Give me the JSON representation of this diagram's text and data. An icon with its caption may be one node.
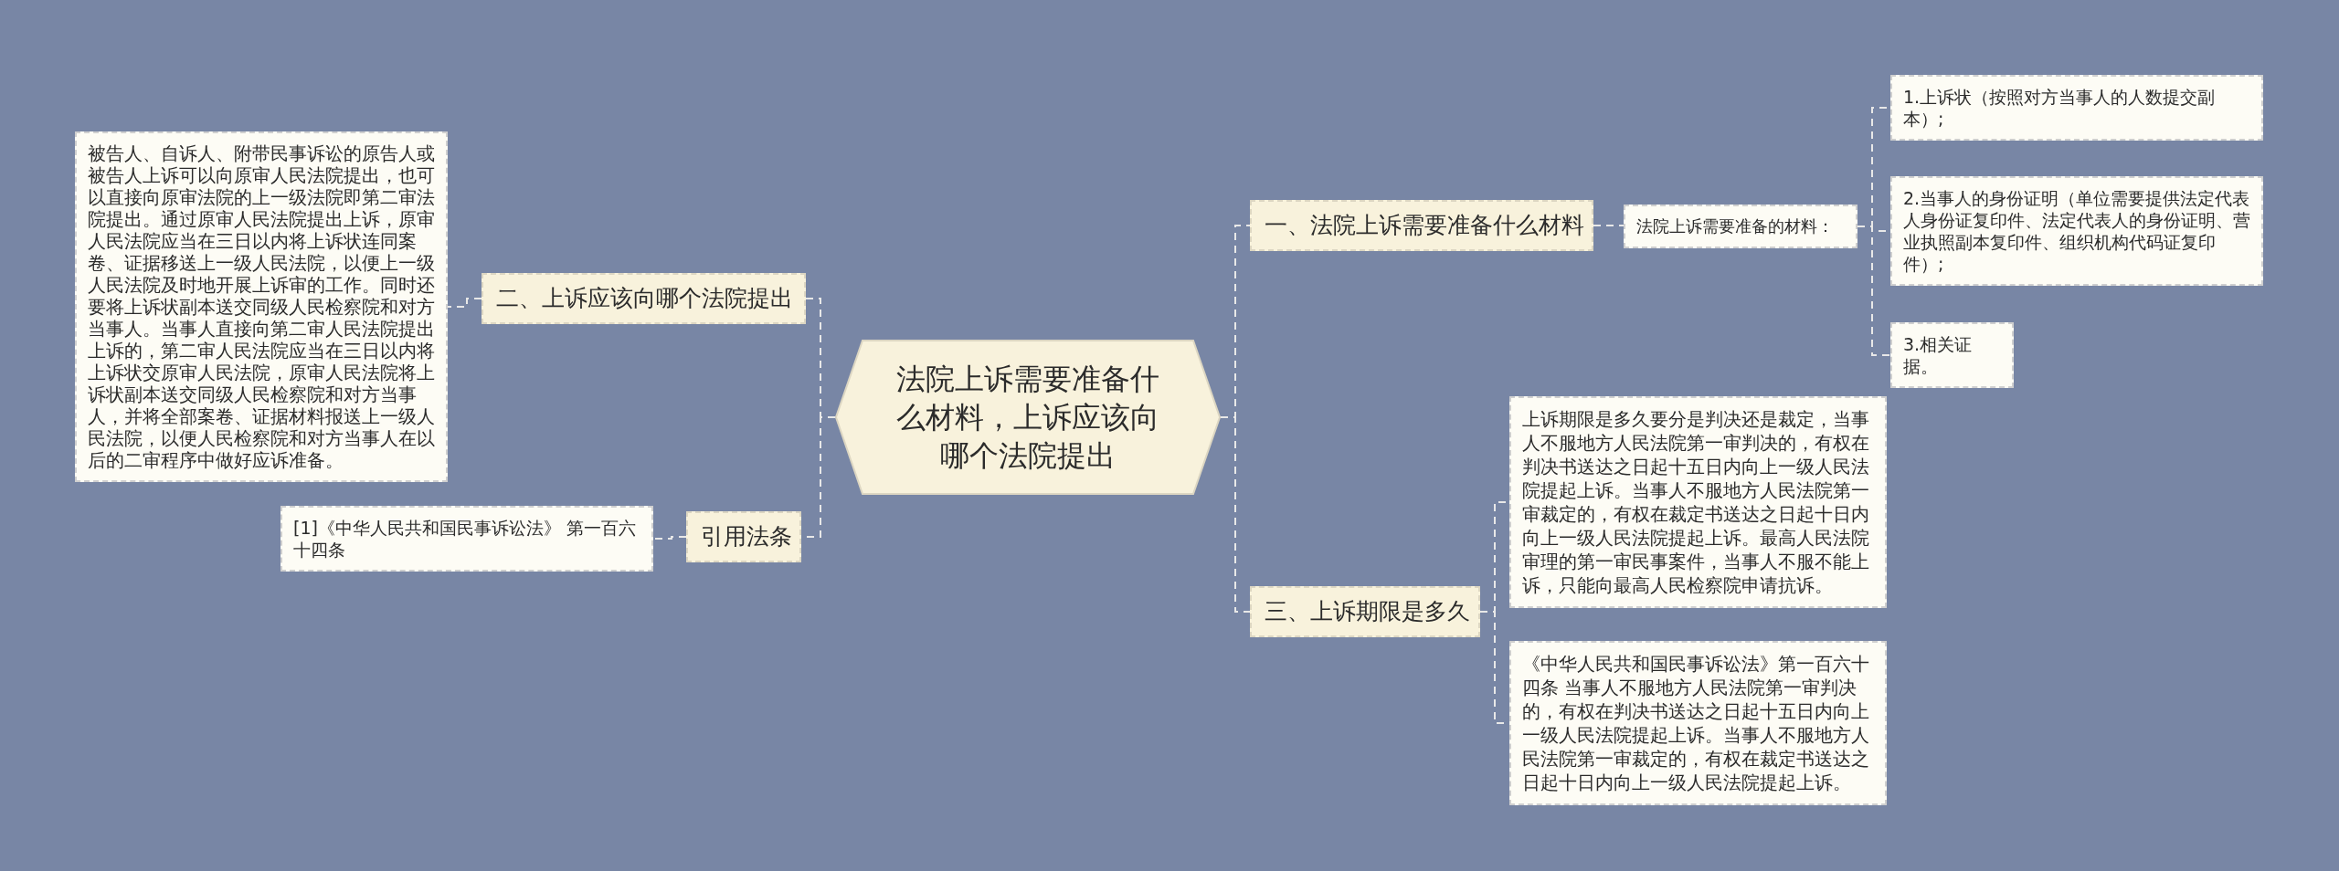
{
  "diagram": {
    "nodes": [
      {
        "text": [
          "法院上诉需要准备什么材料，上诉应该向哪个法院提出"
        ]
      },
      {
        "text": [
          "一、法院上诉需要准备什么材料"
        ]
      },
      {
        "text": [
          "法院上诉需要准备的材料："
        ]
      },
      {
        "text": [
          "1.上诉状（按照对方当事人的人数提交副本）;"
        ]
      },
      {
        "text": [
          "2.当事人的身份证明（单位需要提供法定代表人身份证复印件、法定代表人的身份证明、营业执照副本复印件、组织机构代码证复印件）;"
        ]
      },
      {
        "text": [
          "3.相关证据。"
        ]
      },
      {
        "text": [
          "三、上诉期限是多久"
        ]
      },
      {
        "text": [
          "上诉期限是多久要分是判决还是裁定，当事人不服地方人民法院第一审判决的，有权在判决书送达之日起十五日内向上一级人民法院提起上诉。当事人不服地方人民法院第一审裁定的，有权在裁定书送达之日起十日内向上一级人民法院提起上诉。最高人民法院审理的第一审民事案件，当事人不服不能上诉，只能向最高人民检察院申请抗诉。"
        ]
      },
      {
        "text": [
          "《中华人民共和国民事诉讼法》第一百六十四条 当事人不服地方人民法院第一审判决的，有权在判决书送达之日起十五日内向上一级人民法院提起上诉。当事人不服地方人民法院第一审裁定的，有权在裁定书送达之日起十日内向上一级人民法院提起上诉。"
        ]
      },
      {
        "text": [
          "二、上诉应该向哪个法院提出"
        ]
      },
      {
        "text": [
          "被告人、自诉人、附带民事诉讼的原告人或被告人上诉可以向原审人民法院提出，也可以直接向原审法院的上一级法院即第二审法院提出。通过原审人民法院提出上诉，原审人民法院应当在三日以内将上诉状连同案卷、证据移送上一级人民法院，以便上一级人民法院及时地开展上诉审的工作。同时还要将上诉状副本送交同级人民检察院和对方当事人。当事人直接向第二审人民法院提出上诉的，第二审人民法院应当在三日以内将上诉状交原审人民法院，原审人民法院将上诉状副本送交同级人民检察院和对方当事人，并将全部案卷、证据材料报送上一级人民法院，以便人民检察院和对方当事人在以后的二审程序中做好应诉准备。"
        ]
      },
      {
        "text": [
          "引用法条"
        ]
      },
      {
        "text": [
          "[1]《中华人民共和国民事诉讼法》 第一百六十四条"
        ]
      }
    ],
    "edges": [
      {
        "from": 0,
        "to": 1,
        "arrow": "none"
      },
      {
        "from": 1,
        "to": 2,
        "arrow": "none"
      },
      {
        "from": 2,
        "to": 3,
        "arrow": "none"
      },
      {
        "from": 2,
        "to": 4,
        "arrow": "none"
      },
      {
        "from": 2,
        "to": 5,
        "arrow": "none"
      },
      {
        "from": 0,
        "to": 6,
        "arrow": "none"
      },
      {
        "from": 6,
        "to": 7,
        "arrow": "none"
      },
      {
        "from": 6,
        "to": 8,
        "arrow": "none"
      },
      {
        "from": 0,
        "to": 9,
        "arrow": "none"
      },
      {
        "from": 9,
        "to": 10,
        "arrow": "none"
      },
      {
        "from": 0,
        "to": 11,
        "arrow": "none"
      },
      {
        "from": 11,
        "to": 12,
        "arrow": "none"
      }
    ]
  }
}
